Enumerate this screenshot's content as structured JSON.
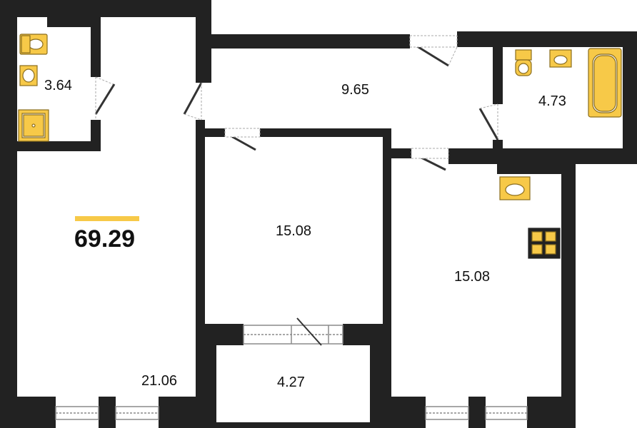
{
  "summary": {
    "total_area": "69.29",
    "accent_color": "#F7C948"
  },
  "rooms": {
    "bathroom": "3.64",
    "corridor": "9.65",
    "bathroom_2": "4.73",
    "living_room": "21.06",
    "bedroom": "15.08",
    "kitchen": "15.08",
    "balcony": "4.27"
  },
  "colors": {
    "wall": "#222222",
    "fixture_fill": "#F7C948",
    "fixture_stroke": "#8a6d1e",
    "door": "#333333",
    "window_frame": "#8a8a8a"
  },
  "fixtures": [
    "toilet-icon",
    "sink-icon",
    "shower-tray-icon",
    "bathtub-icon",
    "stove-icon"
  ]
}
